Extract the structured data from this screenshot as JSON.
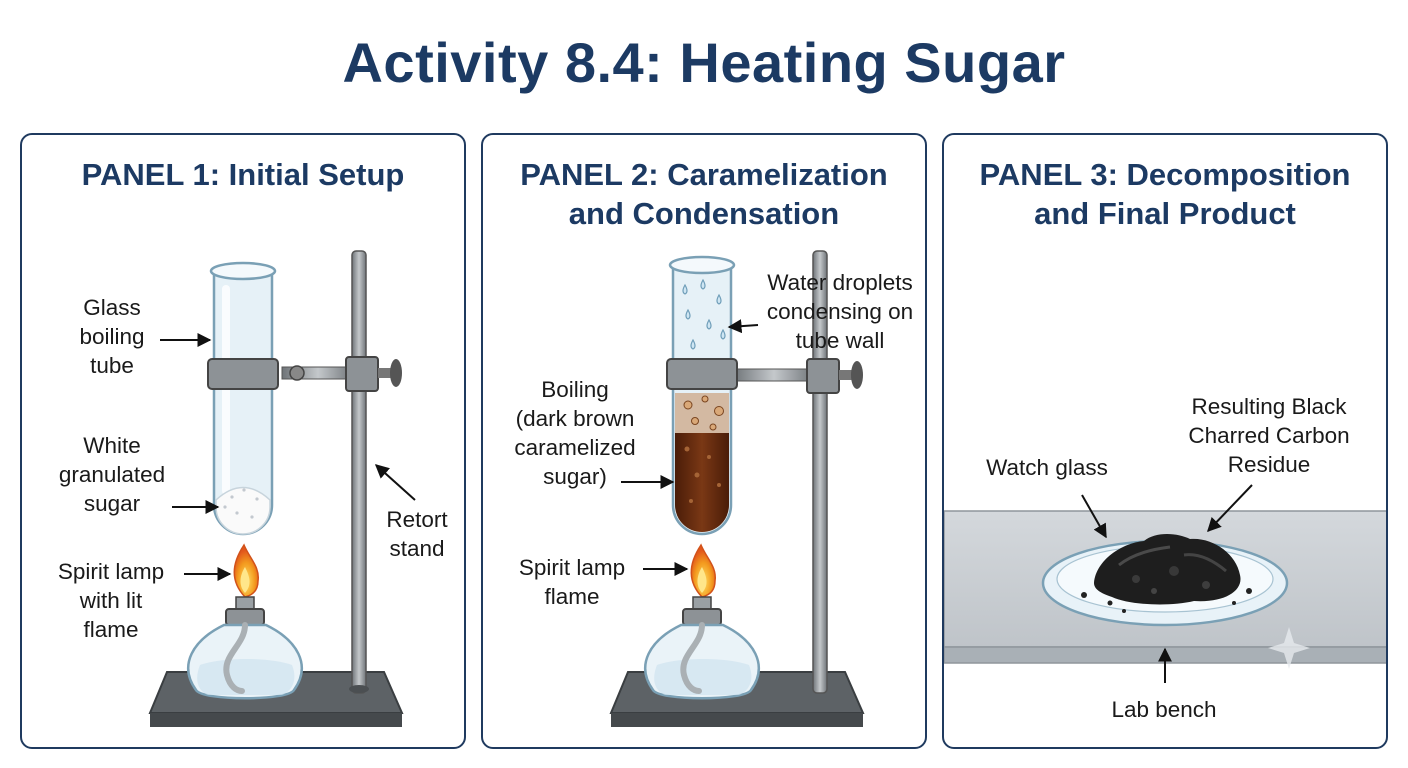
{
  "title": "Activity 8.4: Heating Sugar",
  "panels": [
    {
      "title": "PANEL 1: Initial Setup",
      "labels": {
        "tube": "Glass\nboiling\ntube",
        "sugar": "White\ngranulated\nsugar",
        "lamp": "Spirit lamp\nwith lit\nflame",
        "stand": "Retort\nstand"
      }
    },
    {
      "title": "PANEL 2: Caramelization\nand Condensation",
      "labels": {
        "droplets": "Water droplets\ncondensing on\ntube wall",
        "boiling": "Boiling\n(dark brown\ncaramelized\nsugar)",
        "flame": "Spirit lamp\nflame"
      }
    },
    {
      "title": "PANEL 3: Decomposition\nand Final Product",
      "labels": {
        "residue": "Resulting Black\nCharred Carbon\nResidue",
        "watch_glass": "Watch glass",
        "bench": "Lab bench"
      }
    }
  ],
  "colors": {
    "title": "#1c3a63",
    "border": "#1f3a5f",
    "metal": "#8d9296",
    "caramel": "#6b2e12",
    "flame": "#f39a1e",
    "carbon": "#1e1e1e",
    "bench": "#c9cdd2"
  }
}
